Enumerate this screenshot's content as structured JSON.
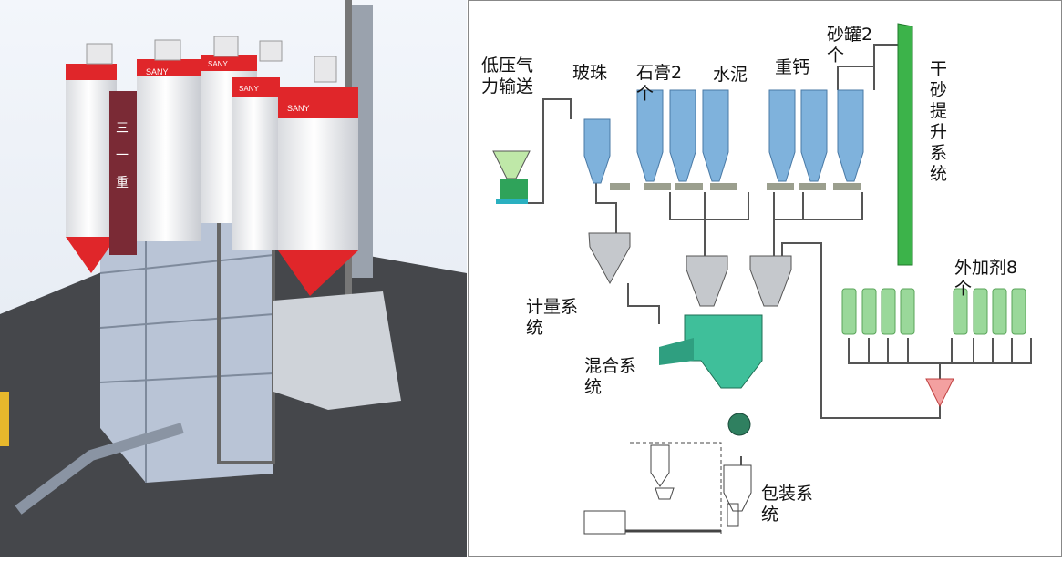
{
  "render": {
    "brand_text": "SANY",
    "brand_text_cn": "三一重",
    "colors": {
      "silo_red": "#e0262a",
      "silo_white": "#f2f2f2",
      "ground": "#45474b",
      "structure": "#b9c4d6"
    }
  },
  "diagram": {
    "labels": {
      "pneumatic": "低压气\n力输送",
      "glass_beads": "玻珠",
      "gypsum": "石膏2\n个",
      "cement": "水泥",
      "heavy_calcium": "重钙",
      "sand_tank": "砂罐2\n个",
      "dry_sand_lift": "干砂提升系统",
      "additives": "外加剂8\n个",
      "metering": "计量系\n统",
      "mixing": "混合系\n统",
      "packaging": "包装系\n统"
    },
    "colors": {
      "silo_blue": "#7fb2dc",
      "green": "#3cb34a",
      "mixer": "#3fbf9a",
      "additive_green": "#9ad89a",
      "red_hopper": "#e06060"
    }
  }
}
